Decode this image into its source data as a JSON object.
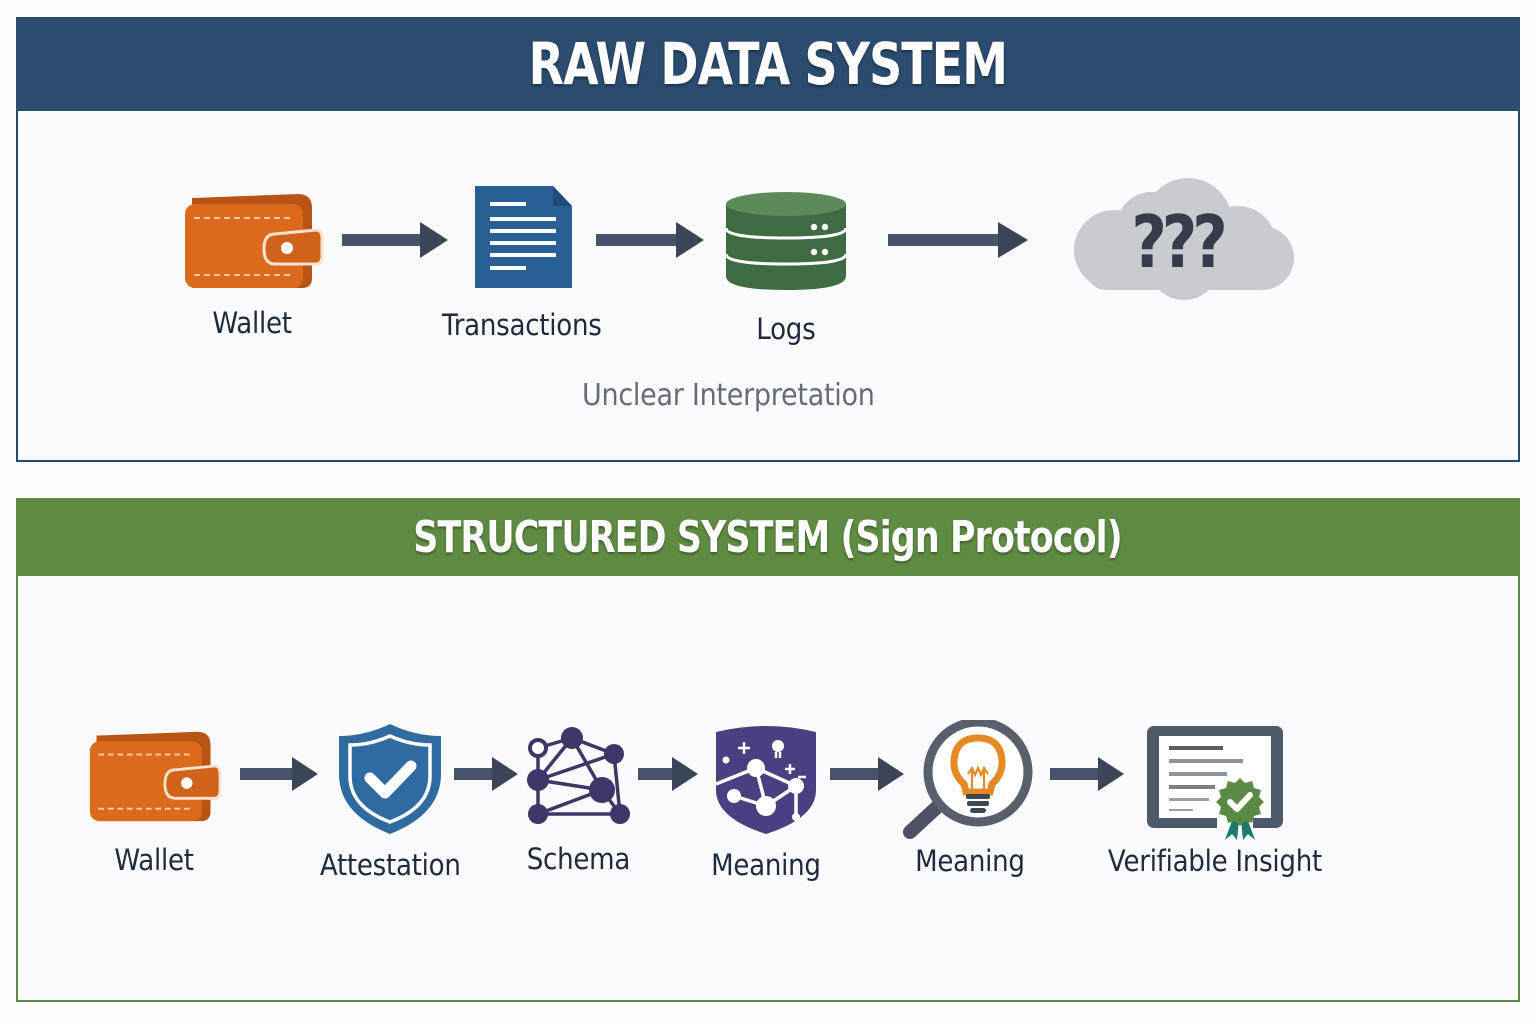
{
  "colors": {
    "raw_header": "#2b4b6f",
    "structured_header": "#5f8c42",
    "wallet_orange": "#d9681b",
    "document_blue": "#2a5f95",
    "database_green": "#3e6b3f",
    "cloud_gray": "#c9cbd1",
    "shield_blue": "#2f6aa0",
    "schema_purple": "#3f3566",
    "meaning_purple": "#4a3f80",
    "arrow_slate": "#3f4a5c"
  },
  "raw_system": {
    "title": "RAW DATA SYSTEM",
    "nodes": [
      {
        "label": "Wallet",
        "icon": "wallet-icon"
      },
      {
        "label": "Transactions",
        "icon": "document-icon"
      },
      {
        "label": "Logs",
        "icon": "database-icon"
      },
      {
        "label": "???",
        "icon": "cloud-icon"
      }
    ],
    "caption": "Unclear Interpretation"
  },
  "structured_system": {
    "title": "STRUCTURED SYSTEM",
    "title_suffix": "(Sign Protocol)",
    "nodes": [
      {
        "label": "Wallet",
        "icon": "wallet-icon"
      },
      {
        "label": "Attestation",
        "icon": "shield-check-icon"
      },
      {
        "label": "Schema",
        "icon": "network-graph-icon"
      },
      {
        "label": "Meaning",
        "icon": "constellation-shield-icon"
      },
      {
        "label": "Meaning",
        "icon": "magnifier-lightbulb-icon"
      },
      {
        "label": "Verifiable Insight",
        "icon": "certificate-icon"
      }
    ]
  }
}
